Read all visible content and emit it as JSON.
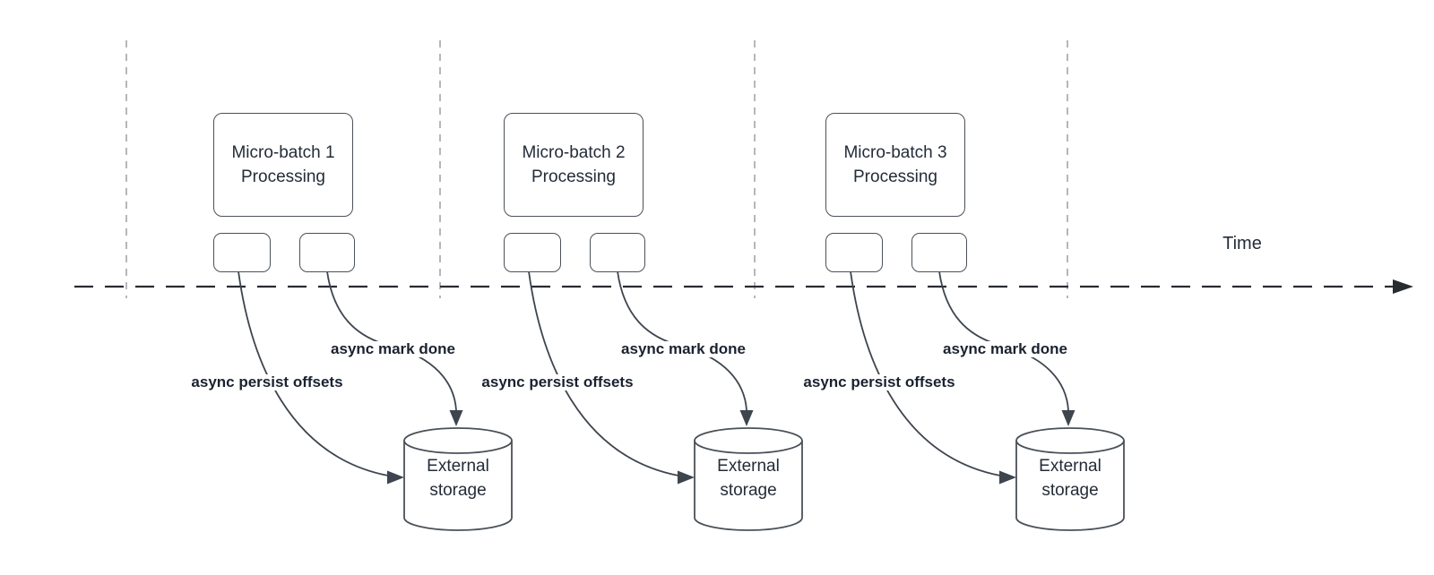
{
  "diagram": {
    "timeline": {
      "label": "Time"
    },
    "groups": [
      {
        "title_line1": "Micro-batch 1",
        "title_line2": "Processing",
        "persist_label": "async persist offsets",
        "done_label": "async mark done",
        "storage_line1": "External",
        "storage_line2": "storage"
      },
      {
        "title_line1": "Micro-batch 2",
        "title_line2": "Processing",
        "persist_label": "async persist offsets",
        "done_label": "async mark done",
        "storage_line1": "External",
        "storage_line2": "storage"
      },
      {
        "title_line1": "Micro-batch 3",
        "title_line2": "Processing",
        "persist_label": "async persist offsets",
        "done_label": "async mark done",
        "storage_line1": "External",
        "storage_line2": "storage"
      }
    ],
    "colors": {
      "canvas_bg": "#ffffff",
      "shape_stroke": "#4a5158",
      "node_text": "#242c38",
      "label_text": "#1a2230",
      "timeline_color": "#282c31",
      "guide_color": "#b4b7bb",
      "arrow_color": "#3e454e"
    }
  }
}
